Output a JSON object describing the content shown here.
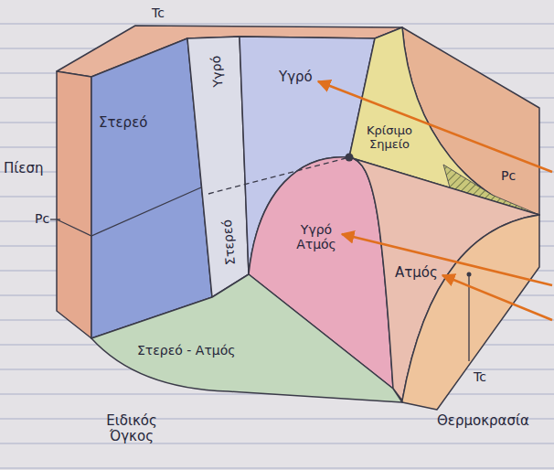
{
  "diagram": {
    "labels": [
      "Tc",
      "Στερεό",
      "Υγρό",
      "Κρίσιμο Σημείο",
      "Pc",
      "Πίεση",
      "Pc",
      "Υγρό",
      "Στερεό",
      "Υγρό Ατμός",
      "Ατμός",
      "Στερεό - Ατμός",
      "Tc",
      "Ειδικός Όγκος",
      "Θερμοκρασία"
    ]
  }
}
